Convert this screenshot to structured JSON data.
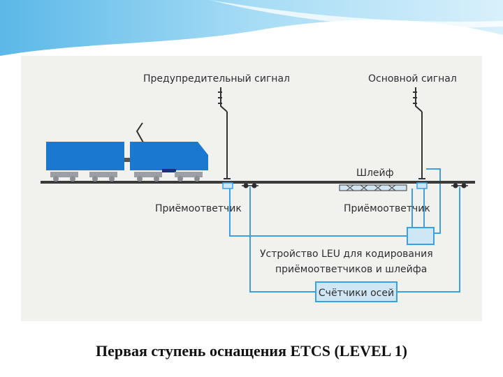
{
  "diagram": {
    "warning_signal_label": "Предупредительный сигнал",
    "main_signal_label": "Основной сигнал",
    "loop_label": "Шлейф",
    "balise_left_label": "Приёмоответчик",
    "balise_right_label": "Приёмоответчик",
    "leu_label_line1": "Устройство LEU для кодирования",
    "leu_label_line2": "приёмоответчиков и шлейфа",
    "axle_counter_label": "Счётчики осей"
  },
  "caption": "Первая ступень оснащения ETCS (LEVEL  1)",
  "colors": {
    "train": "#1a78d0",
    "cable": "#3aa0e6",
    "box_fill": "#cfe6f4",
    "header_wave": "#7cc8ee"
  }
}
